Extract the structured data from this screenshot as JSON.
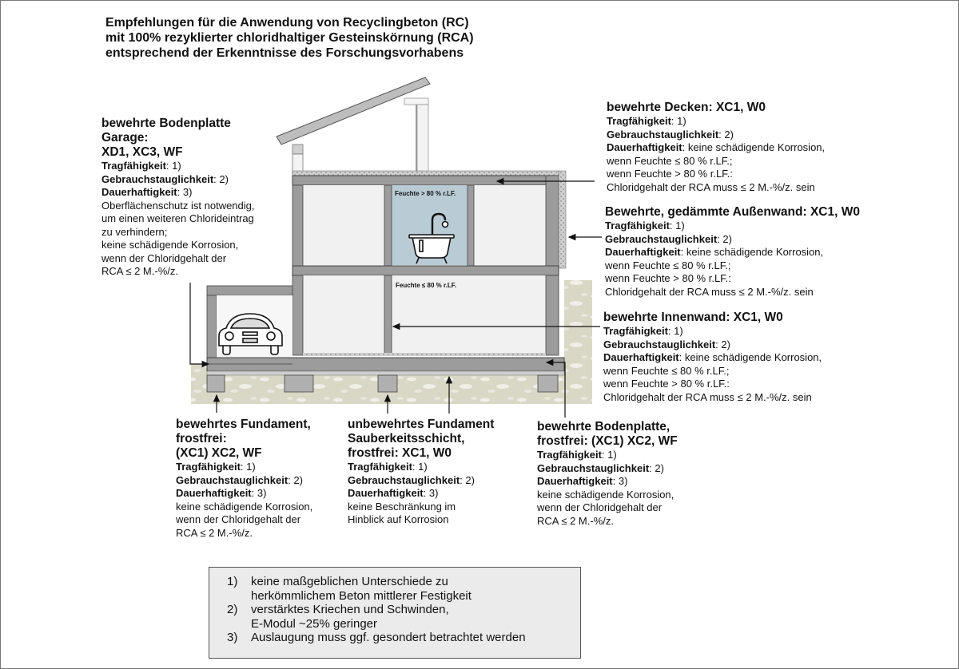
{
  "title": [
    "Empfehlungen für die Anwendung von Recyclingbeton (RC)",
    "mit 100% rezyklierter chloridhaltiger Gesteinskörnung (RCA)",
    "entsprechend der Erkenntnisse des Forschungsvorhabens"
  ],
  "room_labels": {
    "bathroom": "Feuchte > 80 % r.LF.",
    "ground_floor": "Feuchte ≤  80 % r.LF."
  },
  "garage_slab": {
    "heading": [
      "bewehrte Bodenplatte",
      "Garage:",
      "XD1, XC3, WF"
    ],
    "tragfaehigkeit": {
      "label": "Tragfähigkeit",
      "value": ": 1)"
    },
    "gebrauch": {
      "label": "Gebrauchstauglichkeit",
      "value": ": 2)"
    },
    "dauer": {
      "label": "Dauerhaftigkeit",
      "value": ": 3)"
    },
    "lines": [
      "Oberflächenschutz ist notwendig,",
      "um einen weiteren Chlorideintrag",
      "zu verhindern;",
      "keine schädigende Korrosion,",
      "wenn der Chloridgehalt der",
      "RCA ≤ 2 M.-%/z."
    ]
  },
  "ceilings": {
    "heading": [
      "bewehrte Decken: XC1, W0"
    ],
    "tragfaehigkeit": {
      "label": "Tragfähigkeit",
      "value": ": 1)"
    },
    "gebrauch": {
      "label": "Gebrauchstauglichkeit",
      "value": ": 2)"
    },
    "dauer": {
      "label": "Dauerhaftigkeit",
      "value": ": keine schädigende Korrosion,"
    },
    "lines": [
      "wenn Feuchte  ≤  80 % r.LF.;",
      "wenn Feuchte  > 80 % r.LF.:",
      "Chloridgehalt der RCA muss ≤ 2 M.-%/z. sein"
    ]
  },
  "outer_wall": {
    "heading": [
      "Bewehrte, gedämmte Außenwand:  XC1, W0"
    ],
    "tragfaehigkeit": {
      "label": "Tragfähigkeit",
      "value": ": 1)"
    },
    "gebrauch": {
      "label": "Gebrauchstauglichkeit",
      "value": ": 2)"
    },
    "dauer": {
      "label": "Dauerhaftigkeit",
      "value": ": keine schädigende Korrosion,"
    },
    "lines": [
      "wenn Feuchte  ≤  80 % r.LF.;",
      "wenn Feuchte  > 80 % r.LF.:",
      "Chloridgehalt der RCA muss ≤ 2 M.-%/z. sein"
    ]
  },
  "inner_wall": {
    "heading": [
      "bewehrte Innenwand: XC1, W0"
    ],
    "tragfaehigkeit": {
      "label": "Tragfähigkeit",
      "value": ": 1)"
    },
    "gebrauch": {
      "label": "Gebrauchstauglichkeit",
      "value": ": 2)"
    },
    "dauer": {
      "label": "Dauerhaftigkeit",
      "value": ": keine schädigende Korrosion,"
    },
    "lines": [
      "wenn Feuchte  ≤  80 % r.LF.;",
      "wenn Feuchte  > 80 % r.LF.:",
      "Chloridgehalt der RCA muss ≤ 2 M.-%/z. sein"
    ]
  },
  "foundation": {
    "heading": [
      "bewehrtes Fundament,",
      "frostfrei:",
      "(XC1) XC2, WF"
    ],
    "tragfaehigkeit": {
      "label": "Tragfähigkeit",
      "value": ": 1)"
    },
    "gebrauch": {
      "label": "Gebrauchstauglichkeit",
      "value": ": 2)"
    },
    "dauer": {
      "label": "Dauerhaftigkeit",
      "value": ": 3)"
    },
    "lines": [
      "keine schädigende Korrosion,",
      "wenn der Chloridgehalt der",
      "RCA ≤ 2 M.-%/z."
    ]
  },
  "blinding": {
    "heading": [
      "unbewehrtes Fundament",
      "Sauberkeitsschicht,",
      "frostfrei: XC1, W0"
    ],
    "tragfaehigkeit": {
      "label": "Tragfähigkeit",
      "value": ": 1)"
    },
    "gebrauch": {
      "label": "Gebrauchstauglichkeit",
      "value": ": 2)"
    },
    "dauer": {
      "label": "Dauerhaftigkeit",
      "value": ": 3)"
    },
    "lines": [
      "keine Beschränkung im",
      "Hinblick auf Korrosion"
    ]
  },
  "base_slab": {
    "heading": [
      "bewehrte Bodenplatte,",
      "frostfrei: (XC1) XC2, WF"
    ],
    "tragfaehigkeit": {
      "label": "Tragfähigkeit",
      "value": ": 1)"
    },
    "gebrauch": {
      "label": "Gebrauchstauglichkeit",
      "value": ": 2)"
    },
    "dauer": {
      "label": "Dauerhaftigkeit",
      "value": ": 3)"
    },
    "lines": [
      "keine schädigende Korrosion,",
      "wenn der Chloridgehalt der",
      "RCA ≤ 2 M.-%/z."
    ]
  },
  "notes": [
    {
      "num": "1)",
      "lines": [
        "keine maßgeblichen Unterschiede zu",
        "herkömmlichem Beton mittlerer Festigkeit"
      ]
    },
    {
      "num": "2)",
      "lines": [
        "verstärktes Kriechen und Schwinden,",
        "E-Modul  ~25% geringer"
      ]
    },
    {
      "num": "3)",
      "lines": [
        "Auslaugung muss ggf. gesondert betrachtet werden"
      ]
    }
  ],
  "icons": [
    "bathtub-icon",
    "car-icon"
  ],
  "colors": {
    "concrete": "#9c9c9c",
    "room": "#f1f1f1",
    "bathroom": "#b9cbd5",
    "ground": "#d9d8c6",
    "notes_bg": "#ebebeb"
  }
}
